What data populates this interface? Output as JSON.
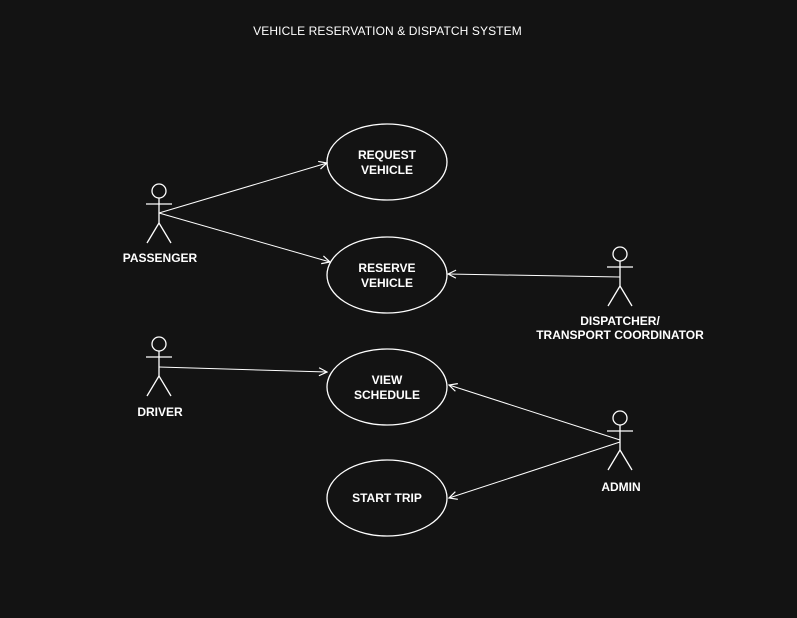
{
  "diagram": {
    "title": "VEHICLE RESERVATION & DISPATCH SYSTEM",
    "colors": {
      "background": "#131313",
      "stroke": "#ffffff",
      "text": "#ffffff"
    },
    "actors": {
      "passenger": "PASSENGER",
      "dispatcher": "DISPATCHER/\nTRANSPORT COORDINATOR",
      "driver": "DRIVER",
      "admin": "ADMIN"
    },
    "use_cases": {
      "request_vehicle": "REQUEST\nVEHICLE",
      "reserve_vehicle": "RESERVE\nVEHICLE",
      "view_schedule": "VIEW\nSCHEDULE",
      "start_trip": "START TRIP"
    },
    "associations": [
      {
        "from": "PASSENGER",
        "to": "REQUEST VEHICLE"
      },
      {
        "from": "PASSENGER",
        "to": "RESERVE VEHICLE"
      },
      {
        "from": "DISPATCHER/TRANSPORT COORDINATOR",
        "to": "RESERVE VEHICLE"
      },
      {
        "from": "DRIVER",
        "to": "VIEW SCHEDULE"
      },
      {
        "from": "ADMIN",
        "to": "VIEW SCHEDULE"
      },
      {
        "from": "ADMIN",
        "to": "START TRIP"
      }
    ]
  }
}
